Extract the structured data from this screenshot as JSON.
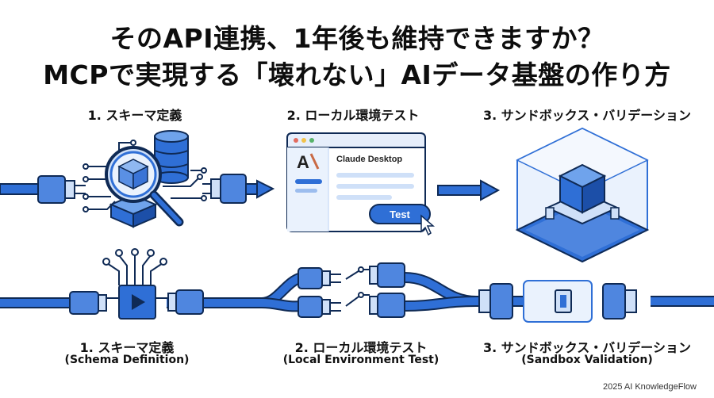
{
  "title": {
    "line1": "そのAPI連携、1年後も維持できますか？",
    "line2": "MCPで実現する「壊れない」AIデータ基盤の作り方"
  },
  "steps_top": [
    {
      "label": "1. スキーマ定義"
    },
    {
      "label": "2. ローカル環境テスト"
    },
    {
      "label": "3. サンドボックス・バリデーション"
    }
  ],
  "steps_bottom": [
    {
      "label": "1. スキーマ定義",
      "sub": "(Schema Definition)"
    },
    {
      "label": "2. ローカル環境テスト",
      "sub": "(Local Environment Test)"
    },
    {
      "label": "3. サンドボックス・バリデーション",
      "sub": "(Sandbox Validation)"
    }
  ],
  "app_window": {
    "title": "Claude Desktop",
    "button": "Test"
  },
  "footer": "2025 AI KnowledgeFlow",
  "colors": {
    "primary": "#2f6fd6",
    "light": "#cfe0f8",
    "dark": "#0f2a55",
    "pale": "#eaf2fd"
  }
}
